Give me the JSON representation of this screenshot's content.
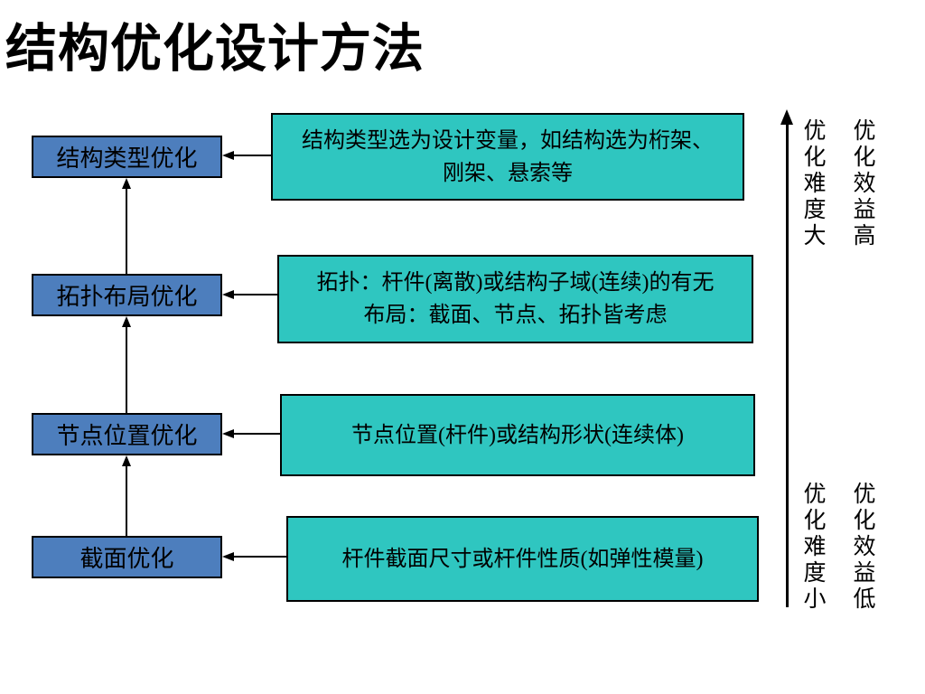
{
  "slide_title": "结构优化设计方法",
  "flow": {
    "stages": [
      {
        "label": "结构类型优化",
        "description": "结构类型选为设计变量，如结构选为桁架、\n刚架、悬索等"
      },
      {
        "label": "拓扑布局优化",
        "description": "拓扑：杆件(离散)或结构子域(连续)的有无\n布局：截面、节点、拓扑皆考虑"
      },
      {
        "label": "节点位置优化",
        "description": "节点位置(杆件)或结构形状(连续体)"
      },
      {
        "label": "截面优化",
        "description": "杆件截面尺寸或杆件性质(如弹性模量)"
      }
    ]
  },
  "axis_labels": {
    "top": [
      "优化难度大",
      "优化效益高"
    ],
    "bottom": [
      "优化难度小",
      "优化效益低"
    ]
  },
  "colors": {
    "stage_box_fill": "#4d7ebd",
    "description_box_fill": "#2fc6c0",
    "line": "#000000",
    "text": "#000000",
    "background": "#ffffff"
  }
}
